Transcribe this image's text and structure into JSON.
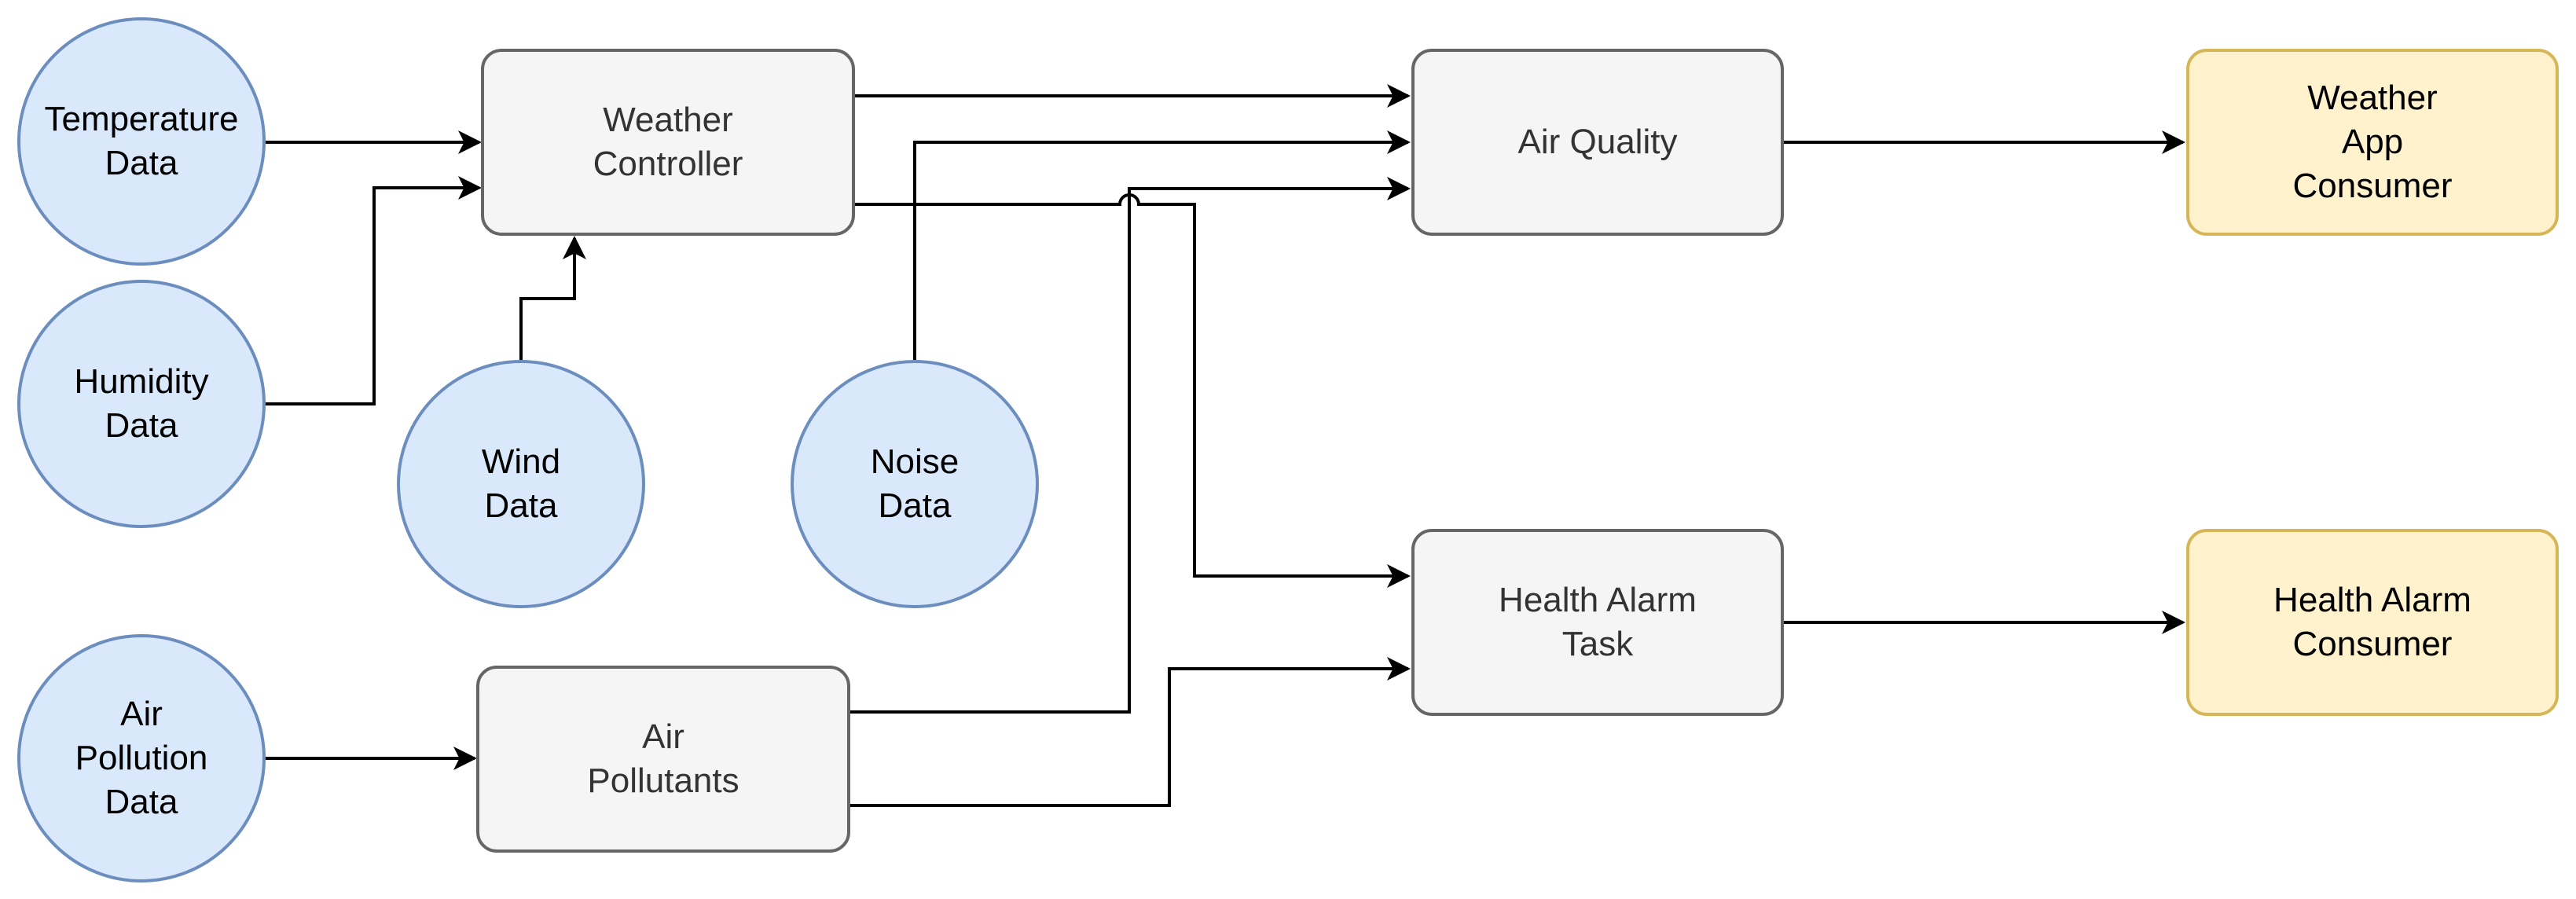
{
  "nodes": {
    "temperature_data": "Temperature\nData",
    "humidity_data": "Humidity\nData",
    "wind_data": "Wind\nData",
    "noise_data": "Noise\nData",
    "air_pollution_data": "Air\nPollution\nData",
    "weather_controller": "Weather\nController",
    "air_pollutants": "Air\nPollutants",
    "air_quality": "Air Quality",
    "health_alarm_task": "Health Alarm\nTask",
    "weather_app_consumer": "Weather\nApp\nConsumer",
    "health_alarm_consumer": "Health Alarm\nConsumer"
  },
  "colors": {
    "data_source_fill": "#dae8fc",
    "data_source_stroke": "#6c8ebf",
    "process_fill": "#f5f5f5",
    "process_stroke": "#666666",
    "consumer_fill": "#fff2cc",
    "consumer_stroke": "#d6b656",
    "edge": "#000000"
  },
  "edges": [
    {
      "from": "temperature_data",
      "to": "weather_controller"
    },
    {
      "from": "humidity_data",
      "to": "weather_controller"
    },
    {
      "from": "wind_data",
      "to": "weather_controller"
    },
    {
      "from": "air_pollution_data",
      "to": "air_pollutants"
    },
    {
      "from": "weather_controller",
      "to": "air_quality"
    },
    {
      "from": "noise_data",
      "to": "air_quality"
    },
    {
      "from": "air_pollutants",
      "to": "air_quality"
    },
    {
      "from": "weather_controller",
      "to": "health_alarm_task"
    },
    {
      "from": "air_pollutants",
      "to": "health_alarm_task"
    },
    {
      "from": "air_quality",
      "to": "weather_app_consumer"
    },
    {
      "from": "health_alarm_task",
      "to": "health_alarm_consumer"
    }
  ]
}
